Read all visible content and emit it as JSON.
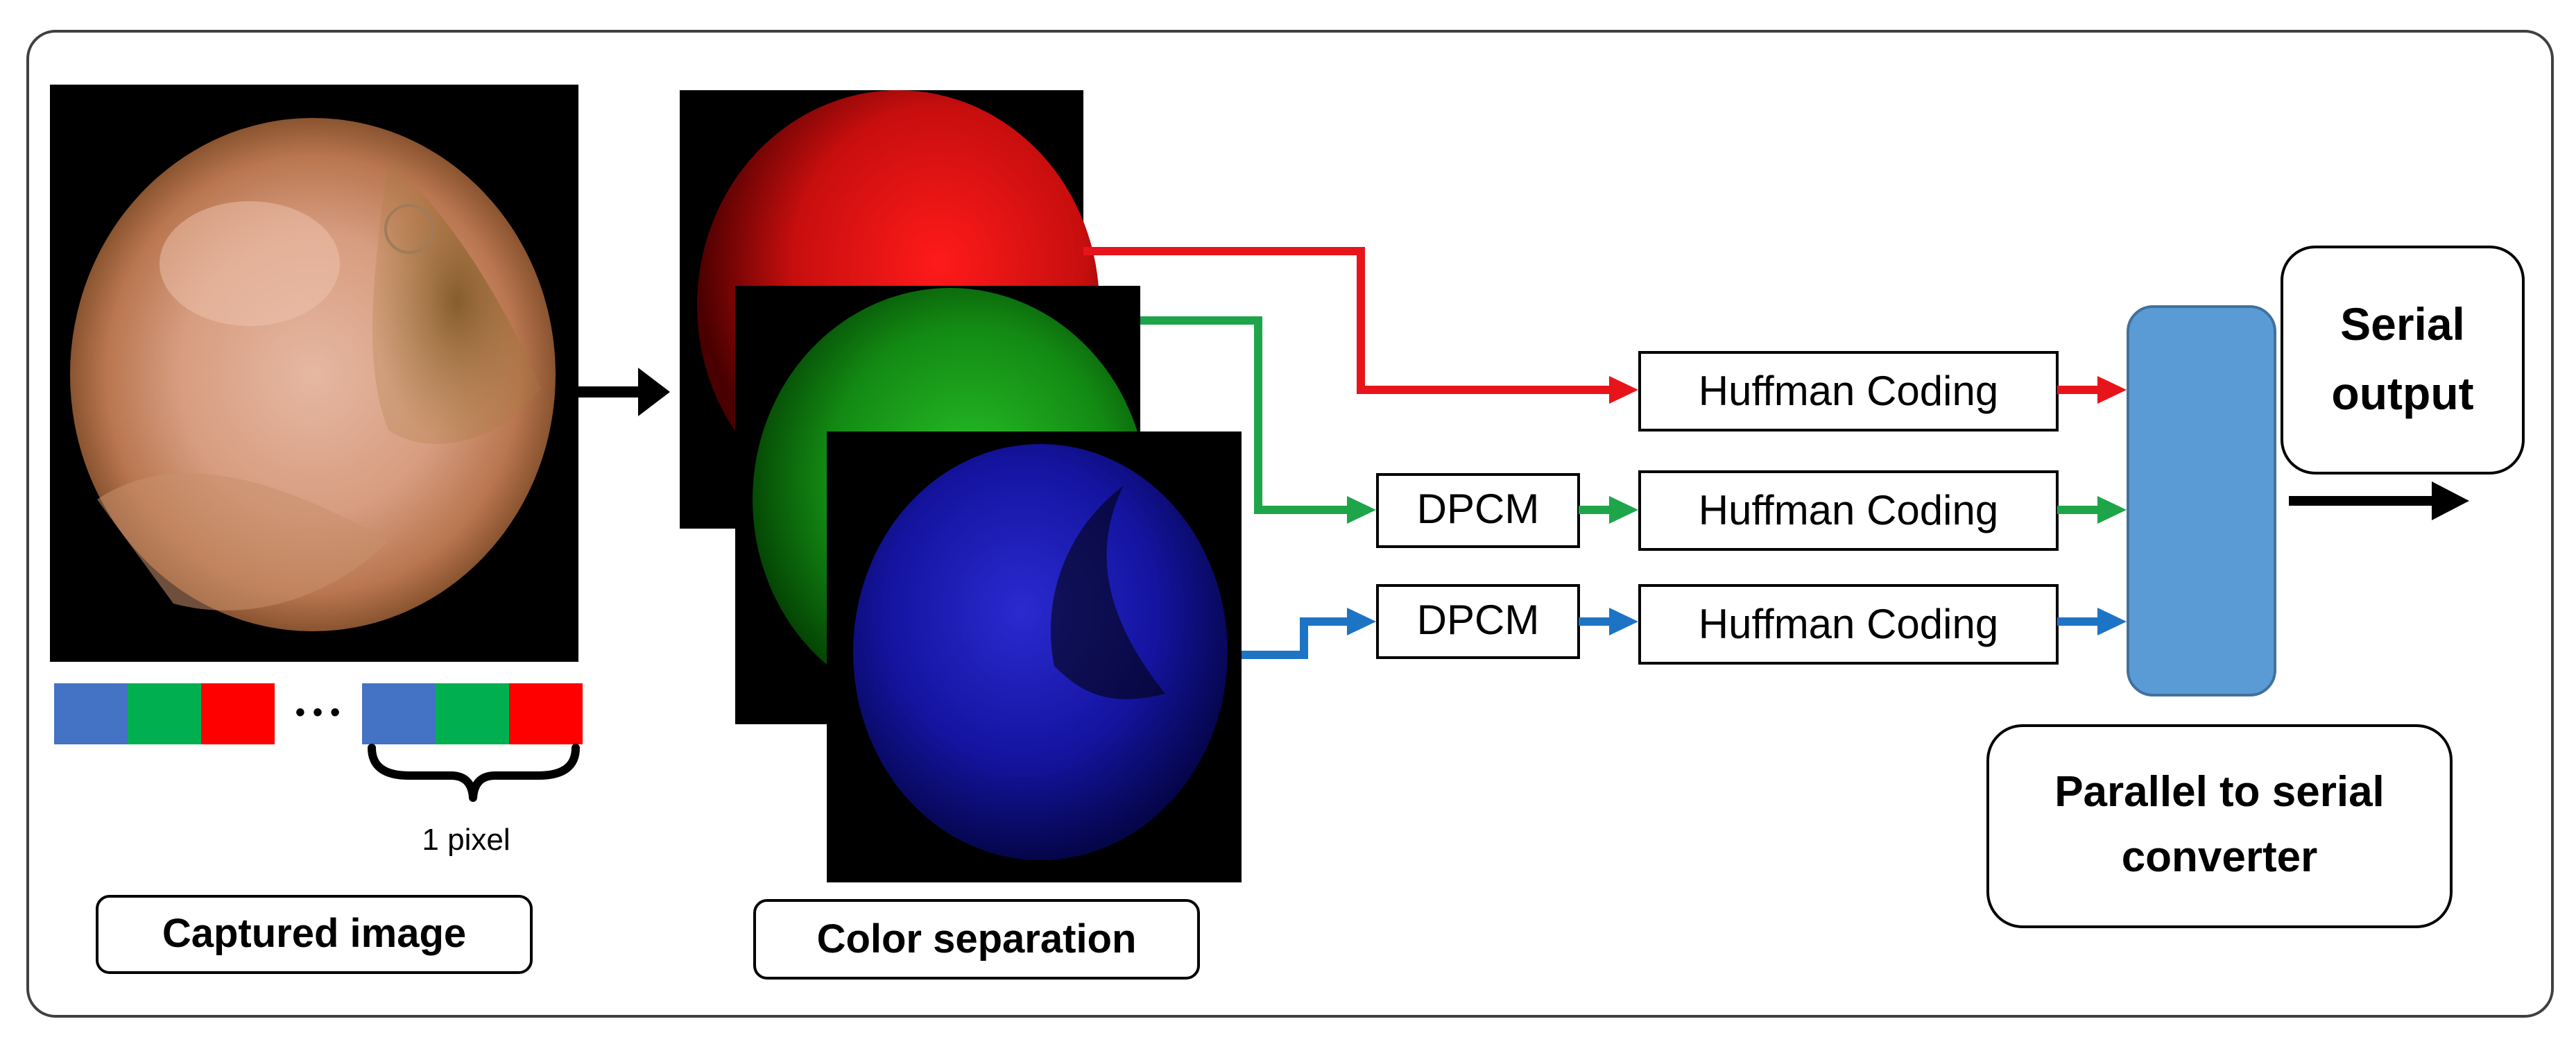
{
  "labels": {
    "captured_image": "Captured image",
    "color_separation": "Color separation",
    "one_pixel": "1 pixel",
    "ellipsis": "• • •",
    "dpcm_green": "DPCM",
    "dpcm_blue": "DPCM",
    "huffman_red": "Huffman Coding",
    "huffman_green": "Huffman Coding",
    "huffman_blue": "Huffman Coding",
    "serial_output_line1": "Serial",
    "serial_output_line2": "output",
    "converter_line1": "Parallel to serial",
    "converter_line2": "converter"
  },
  "colors": {
    "red_channel": "#e8141b",
    "green_channel": "#1ea54a",
    "blue_channel": "#1e74c4",
    "pixel_blue": "#4472c4",
    "pixel_green": "#00b050",
    "pixel_red": "#ff0000",
    "converter_fill": "#5b9bd5",
    "converter_stroke": "#41719c",
    "frame_stroke": "#404040"
  },
  "icons": {
    "captured_image": "endoscopy-capsule-image",
    "red_channel": "red-channel-image",
    "green_channel": "green-channel-image",
    "blue_channel": "blue-channel-image"
  }
}
